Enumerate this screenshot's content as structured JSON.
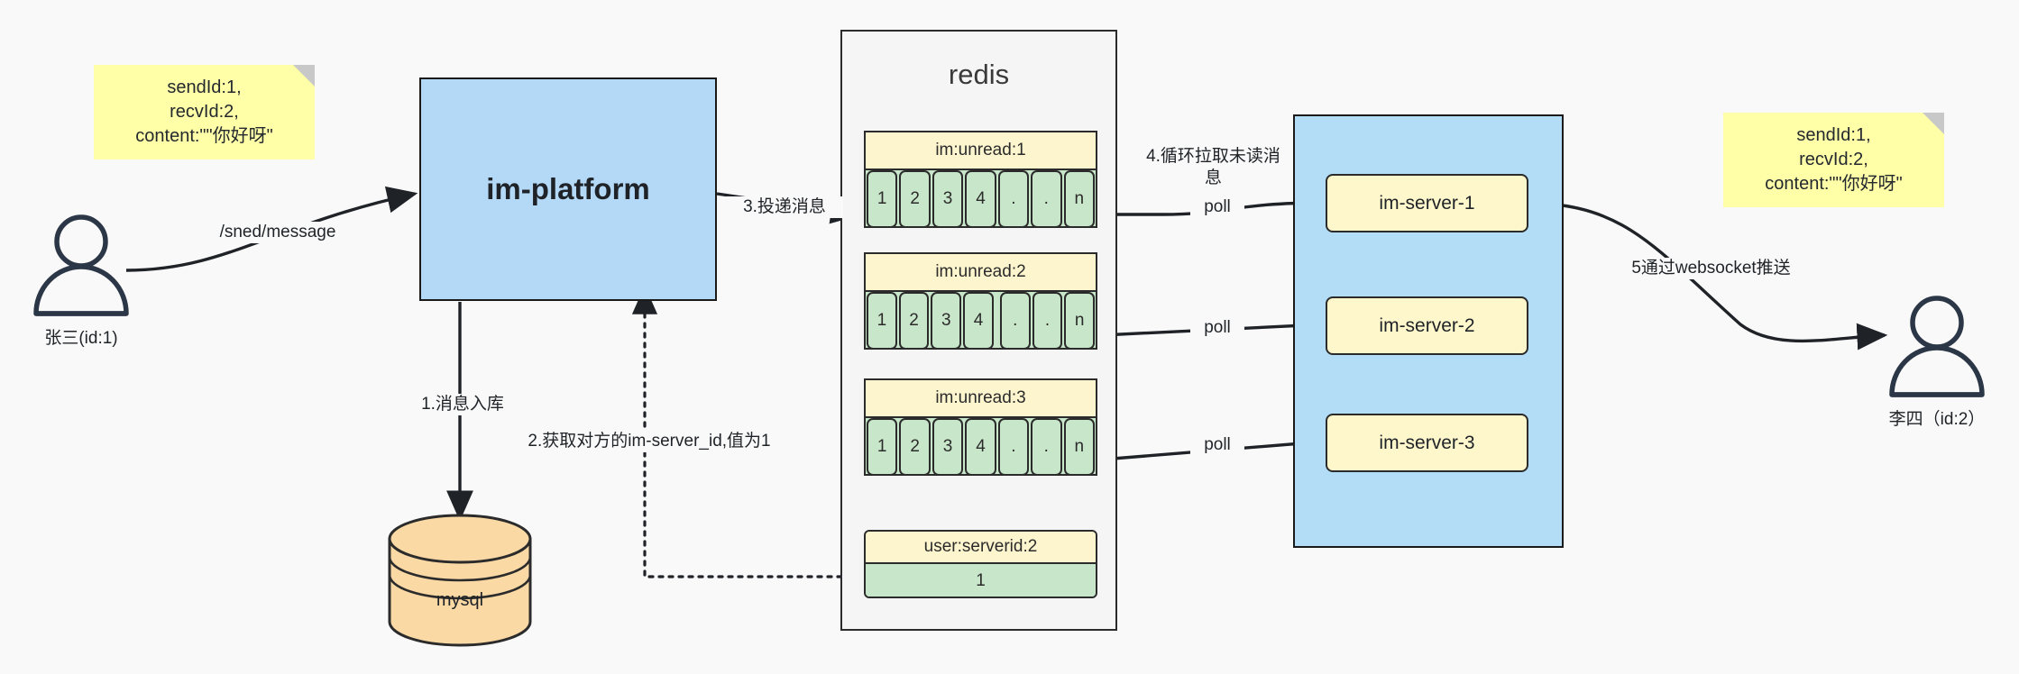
{
  "notes": {
    "left": "sendId:1,\nrecvId:2,\ncontent:\"\"你好呀\"",
    "right": "sendId:1,\nrecvId:2,\ncontent:\"\"你好呀\""
  },
  "actors": {
    "sender": {
      "label": "张三(id:1)",
      "icon": "user-icon"
    },
    "receiver": {
      "label": "李四（id:2）",
      "icon": "user-icon"
    }
  },
  "platform": {
    "label": "im-platform"
  },
  "database": {
    "label": "mysql",
    "icon": "database-cylinder-icon"
  },
  "redis": {
    "title": "redis",
    "queues": [
      {
        "key": "im:unread:1",
        "cells": [
          "1",
          "2",
          "3",
          "4",
          ".",
          ".",
          "n"
        ]
      },
      {
        "key": "im:unread:2",
        "cells": [
          "1",
          "2",
          "3",
          "4",
          ".",
          ".",
          "n"
        ]
      },
      {
        "key": "im:unread:3",
        "cells": [
          "1",
          "2",
          "3",
          "4",
          ".",
          ".",
          "n"
        ]
      }
    ],
    "kv": {
      "key": "user:serverid:2",
      "value": "1"
    }
  },
  "servers": [
    {
      "label": "im-server-1"
    },
    {
      "label": "im-server-2"
    },
    {
      "label": "im-server-3"
    }
  ],
  "edges": {
    "send_message": "/sned/message",
    "step1": "1.消息入库",
    "step2": "2.获取对方的im-server_id,值为1",
    "step3": "3.投递消息",
    "step4": "4.循环拉取未读消\n息",
    "step5": "5通过websocket推送",
    "poll1": "poll",
    "poll2": "poll",
    "poll3": "poll"
  },
  "colors": {
    "note": "#ffffa8",
    "platform": "#b3d9f7",
    "server_group": "#b3dcf7",
    "server_box": "#fff7cc",
    "redis_panel": "#f5f5f5",
    "queue_key": "#fdf5ce",
    "queue_cell": "#c8e6c9",
    "database": "#fbd9a5",
    "stroke": "#1a1a1a",
    "background": "#f9f9f9"
  }
}
